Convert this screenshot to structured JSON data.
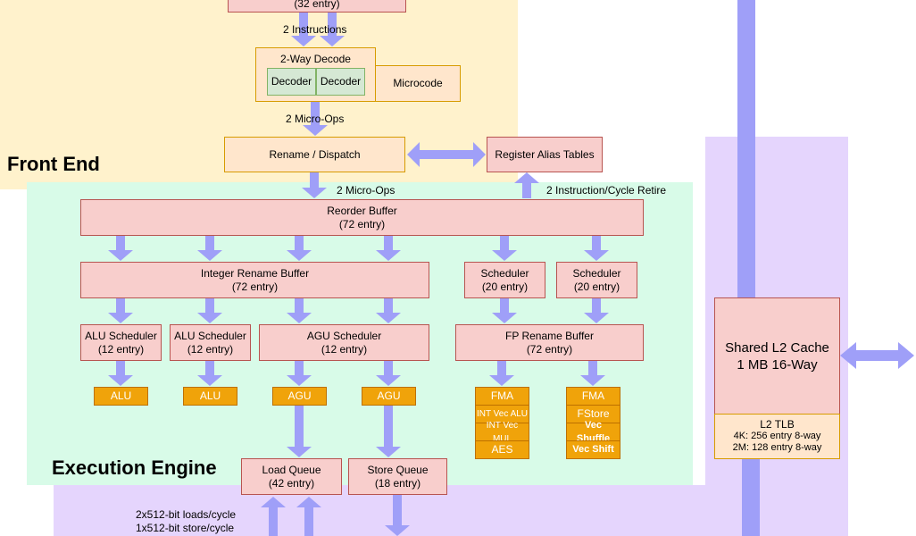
{
  "regions": {
    "front_end": "Front End",
    "execution_engine": "Execution Engine"
  },
  "front_end": {
    "top_box_sub": "(32 entry)",
    "instructions_label": "2 Instructions",
    "decode_title": "2-Way Decode",
    "decoder_1": "Decoder",
    "decoder_2": "Decoder",
    "microcode": "Microcode",
    "micro_ops_label_1": "2 Micro-Ops",
    "rename_dispatch": "Rename / Dispatch",
    "register_alias_tables": "Register Alias Tables"
  },
  "execution": {
    "micro_ops_label_2": "2 Micro-Ops",
    "retire_label": "2 Instruction/Cycle Retire",
    "reorder_buffer": {
      "title": "Reorder Buffer",
      "sub": "(72 entry)"
    },
    "integer_rename_buffer": {
      "title": "Integer Rename Buffer",
      "sub": "(72 entry)"
    },
    "scheduler_1": {
      "title": "Scheduler",
      "sub": "(20 entry)"
    },
    "scheduler_2": {
      "title": "Scheduler",
      "sub": "(20 entry)"
    },
    "alu_scheduler_1": {
      "title": "ALU Scheduler",
      "sub": "(12 entry)"
    },
    "alu_scheduler_2": {
      "title": "ALU Scheduler",
      "sub": "(12 entry)"
    },
    "agu_scheduler": {
      "title": "AGU Scheduler",
      "sub": "(12 entry)"
    },
    "fp_rename_buffer": {
      "title": "FP Rename Buffer",
      "sub": "(72 entry)"
    },
    "alu_1": "ALU",
    "alu_2": "ALU",
    "agu_1": "AGU",
    "agu_2": "AGU",
    "fp_unit_1": [
      "FMA",
      "INT Vec ALU",
      "INT Vec MUL",
      "AES"
    ],
    "fp_unit_2": [
      "FMA",
      "FStore",
      "Vec Shuffle",
      "Vec Shift"
    ],
    "load_queue": {
      "title": "Load Queue",
      "sub": "(42 entry)"
    },
    "store_queue": {
      "title": "Store Queue",
      "sub": "(18 entry)"
    }
  },
  "memory": {
    "loads_label": "2x512-bit loads/cycle",
    "store_label": "1x512-bit store/cycle",
    "l2_cache_title": "Shared L2 Cache",
    "l2_cache_sub": "1 MB 16-Way",
    "l2_tlb_title": "L2 TLB",
    "l2_tlb_4k": "4K: 256 entry 8-way",
    "l2_tlb_2m": "2M: 128 entry 8-way"
  },
  "colors": {
    "front_end_bg": "#fff2cc",
    "execution_bg": "#d8fbe8",
    "memory_bg": "#e5d5fd",
    "arrow": "#9f9ff8",
    "box_pink": "#f8cecc",
    "box_peach": "#ffe6cc",
    "unit_orange": "#f0a30a"
  }
}
